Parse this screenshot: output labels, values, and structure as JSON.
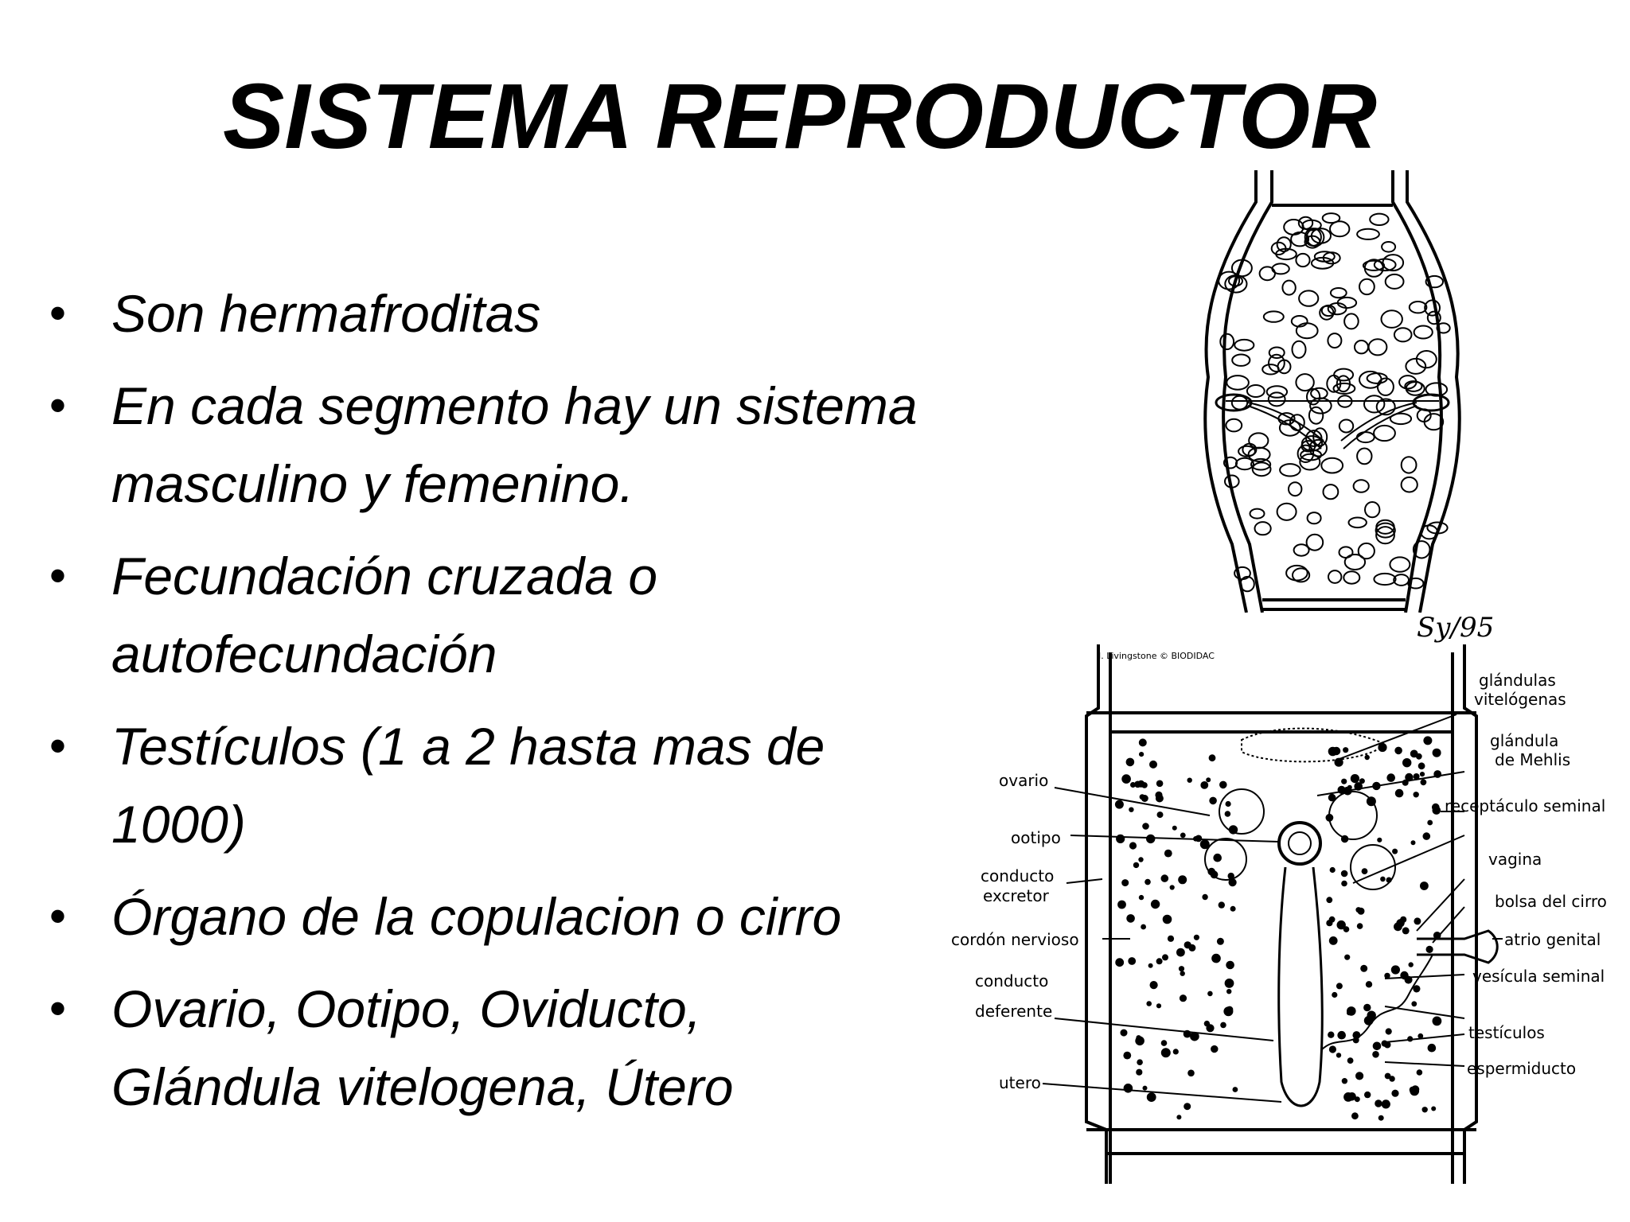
{
  "title": "SISTEMA REPRODUCTOR",
  "bullets": [
    {
      "lines": [
        "Son hermafroditas"
      ]
    },
    {
      "lines": [
        "En cada segmento hay un sistema",
        "masculino y femenino."
      ]
    },
    {
      "lines": [
        "Fecundación cruzada o",
        "autofecundación"
      ]
    },
    {
      "lines": [
        "Testículos  (1 a 2 hasta mas de",
        "1000)"
      ]
    },
    {
      "lines": [
        "Órgano de la copulacion o cirro"
      ]
    },
    {
      "lines": [
        "Ovario, Ootipo, Oviducto,",
        "Glándula vitelogena, Útero"
      ]
    }
  ],
  "bullet_glyph": "•",
  "figure": {
    "signature": "Sy/95",
    "credit": "I. Livingstone © BIODIDAC",
    "labels_left": {
      "ovario": "ovario",
      "ootipo": "ootipo",
      "conducto_excretor_1": "conducto",
      "conducto_excretor_2": "excretor",
      "cordon_nervioso": "cordón nervioso",
      "conducto_deferente_1": "conducto",
      "conducto_deferente_2": "deferente",
      "utero": "utero"
    },
    "labels_right": {
      "glandulas_vitelogenas_1": "glándulas",
      "glandulas_vitelogenas_2": "vitelógenas",
      "glandula_mehlis_1": "glándula",
      "glandula_mehlis_2": "de Mehlis",
      "receptaculo_seminal": "receptáculo seminal",
      "vagina": "vagina",
      "bolsa_del_cirro": "bolsa del cirro",
      "atrio_genital": "atrio genital",
      "vesicula_seminal": "vesícula seminal",
      "testiculos": "testículos",
      "espermiducto": "espermiducto"
    }
  }
}
